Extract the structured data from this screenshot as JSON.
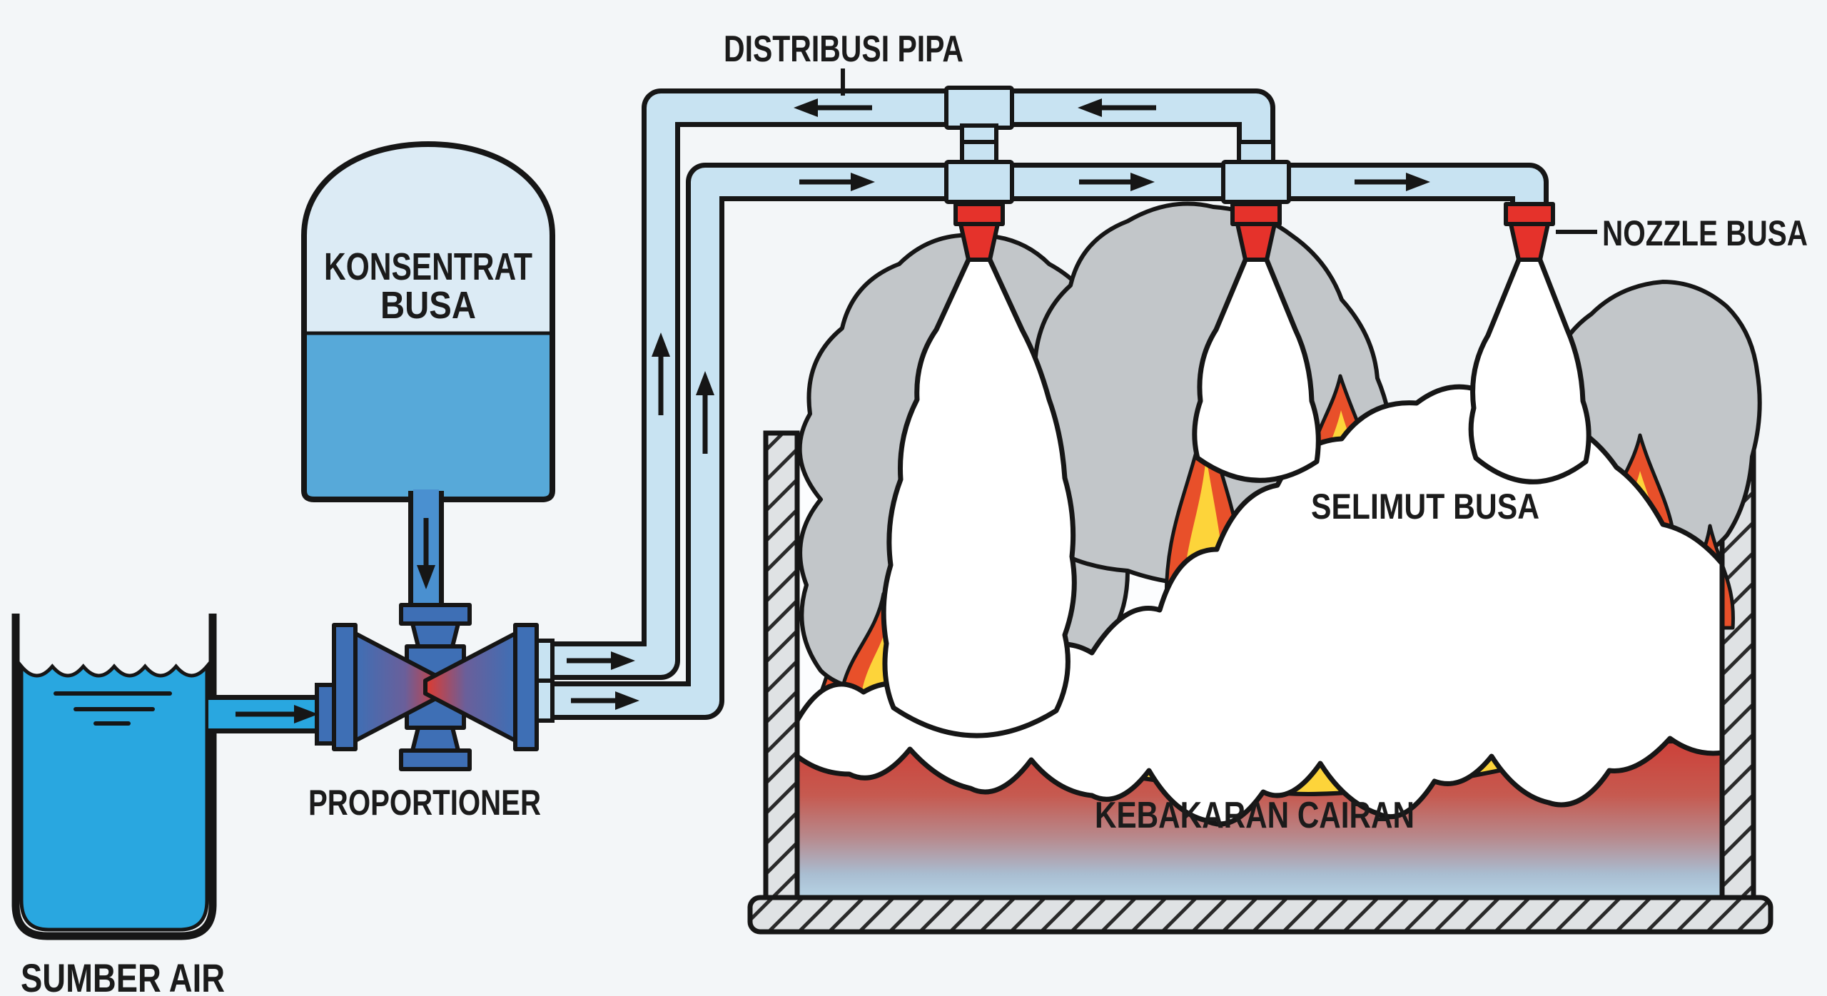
{
  "labels": {
    "distribution_pipe": "DISTRIBUSI PIPA",
    "foam_concentrate_line1": "KONSENTRAT",
    "foam_concentrate_line2": "BUSA",
    "foam_nozzle": "NOZZLE BUSA",
    "foam_blanket": "SELIMUT BUSA",
    "proportioner": "PROPORTIONER",
    "water_source": "SUMBER AIR",
    "liquid_fire": "KEBAKARAN CAIRAN"
  },
  "flow_arrows": {
    "water_to_proportioner": "right",
    "foam_concentrate_feed": "down",
    "proportioner_outlets": "right",
    "risers": "up",
    "upper_distribution_pipe": "left",
    "lower_distribution_pipe": "right"
  },
  "nozzle_count": 3,
  "colors": {
    "background": "#f3f6f8",
    "outline": "#161616",
    "text": "#1b1b1b",
    "pipe_light": "#c8e3f2",
    "pipe_medium": "#4a90d0",
    "water": "#29a7e0",
    "tank_shell": "#dcebf5",
    "foam_liquid": "#57a9d9",
    "valve_body": "#3e6fb5",
    "valve_center": "#e03a2e",
    "nozzle": "#e5322b",
    "foam": "#ffffff",
    "smoke": "#c2c6c9",
    "flame_outer": "#e8502a",
    "flame_mid": "#f59e20",
    "flame_inner": "#fdd43a",
    "burning_liquid_top": "#ce3a33",
    "burning_liquid_bottom": "#bcdcec",
    "wall_fill": "#dfe2e4"
  }
}
